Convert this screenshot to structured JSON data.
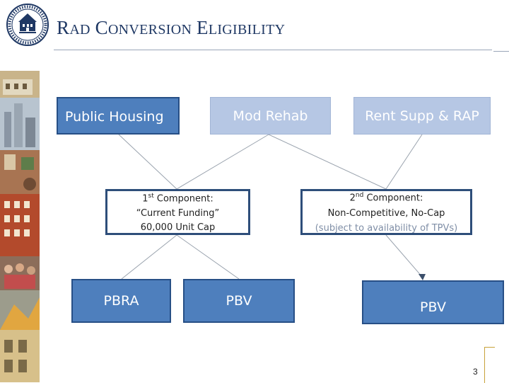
{
  "title": {
    "w1_cap": "R",
    "w1_rest": "AD",
    "w2_cap": "C",
    "w2_rest": "ONVERSION",
    "w3_cap": "E",
    "w3_rest": "LIGIBILITY"
  },
  "colors": {
    "title": "#1f3864",
    "box_dark": "#4e7fbd",
    "box_light": "#b6c7e4",
    "box_outline": "#2e4e7a"
  },
  "boxes": {
    "public_housing": "Public Housing",
    "mod_rehab": "Mod Rehab",
    "rent_supp": "Rent Supp & RAP",
    "component1": {
      "num": "1",
      "sup": "st",
      "rest": " Component:",
      "line2": "“Current Funding”",
      "line3": "60,000 Unit Cap"
    },
    "component2": {
      "num": "2",
      "sup": "nd",
      "rest": " Component:",
      "line2": "Non-Competitive, No-Cap",
      "line3": "(subject to availability of TPVs)"
    },
    "pbra": "PBRA",
    "pbv_left": "PBV",
    "pbv_right": "PBV"
  },
  "page_number": "3",
  "icons": {
    "seal": "hud-seal-icon",
    "photos": "housing-photo-strip"
  }
}
